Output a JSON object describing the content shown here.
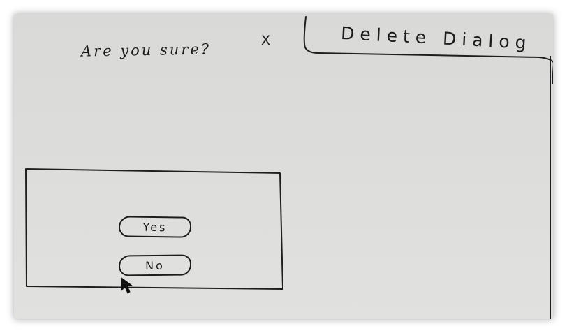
{
  "title": "Delete Dialog",
  "dialog": {
    "message": "Are you sure?",
    "close_label": "X",
    "yes_label": "Yes",
    "no_label": "No"
  }
}
